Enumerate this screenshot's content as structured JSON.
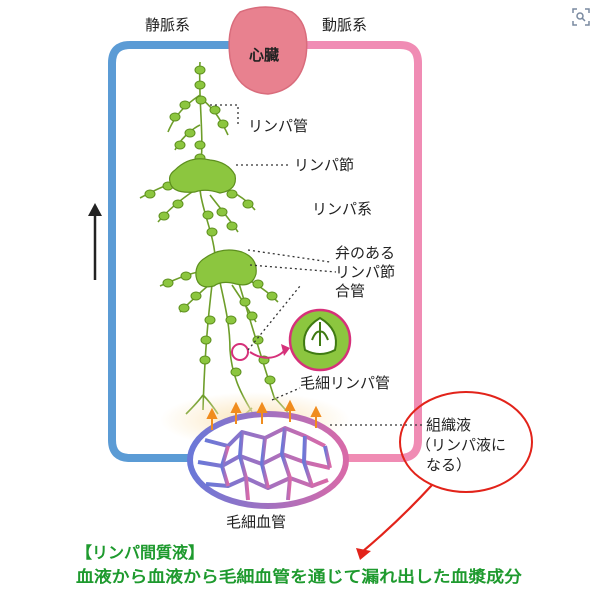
{
  "labels": {
    "vein": "静脈系",
    "artery": "動脈系",
    "heart": "心臓",
    "lymph_vessel": "リンパ管",
    "lymph_node": "リンパ節",
    "lymph_system": "リンパ系",
    "valved_line1": "弁のある",
    "valved_line2": "リンパ節",
    "valved_line3": "合管",
    "capillary_lymph": "毛細リンパ管",
    "tissue_fluid_line1": "組織液",
    "tissue_fluid_line2": "（リンパ液に",
    "tissue_fluid_line3": "なる）",
    "capillary_blood": "毛細血管"
  },
  "caption": {
    "line1": "【リンパ間質液】",
    "line2": "血液から血液から毛細血管を通じて漏れ出した血漿成分"
  },
  "colors": {
    "vein": "#5b9bd5",
    "artery": "#f08cb4",
    "heart": "#e8818f",
    "lymph": "#8cc63f",
    "annotation": "#e2231a",
    "caption": "#1e9a2e"
  },
  "icons": {
    "corner": "lens-search-icon"
  }
}
